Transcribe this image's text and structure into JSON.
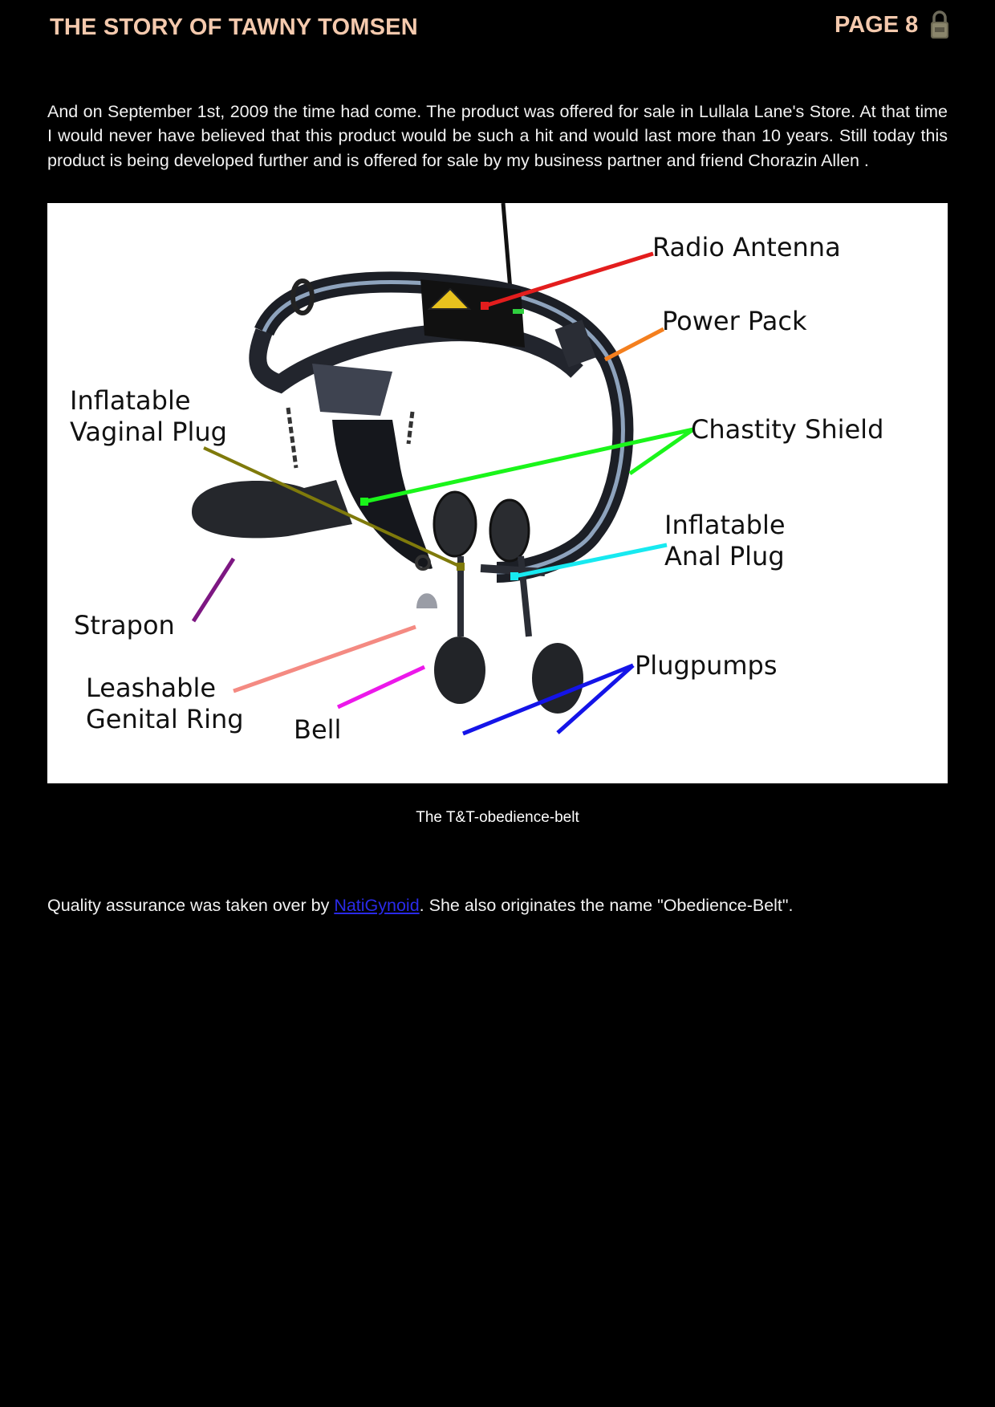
{
  "header": {
    "title": "THE STORY OF TAWNY TOMSEN",
    "page": "PAGE 8",
    "icon": "padlock-icon",
    "title_color": "#f4c9ad"
  },
  "intro_paragraph": "And on September 1st, 2009 the time had come. The product was offered for sale in Lullala Lane's Store. At that time I would never have believed that this product would be such a hit and would last more than 10 years. Still today this product is being developed further and is offered for sale by my business partner and friend Chorazin Allen .",
  "figure": {
    "labels": {
      "radio_antenna": "Radio Antenna",
      "power_pack": "Power Pack",
      "vaginal_plug_1": "Inflatable",
      "vaginal_plug_2": "Vaginal Plug",
      "chastity_shield": "Chastity Shield",
      "anal_plug_1": "Inflatable",
      "anal_plug_2": "Anal Plug",
      "strapon": "Strapon",
      "plugpumps": "Plugpumps",
      "genital_ring_1": "Leashable",
      "genital_ring_2": "Genital Ring",
      "bell": "Bell"
    },
    "caption": "The T&T-obedience-belt"
  },
  "qa": {
    "before": "Quality assurance was taken over by ",
    "link": "NatiGynoid",
    "after": ". She also originates the name \"Obedience-Belt\".",
    "link_color": "#2a2ae8"
  }
}
